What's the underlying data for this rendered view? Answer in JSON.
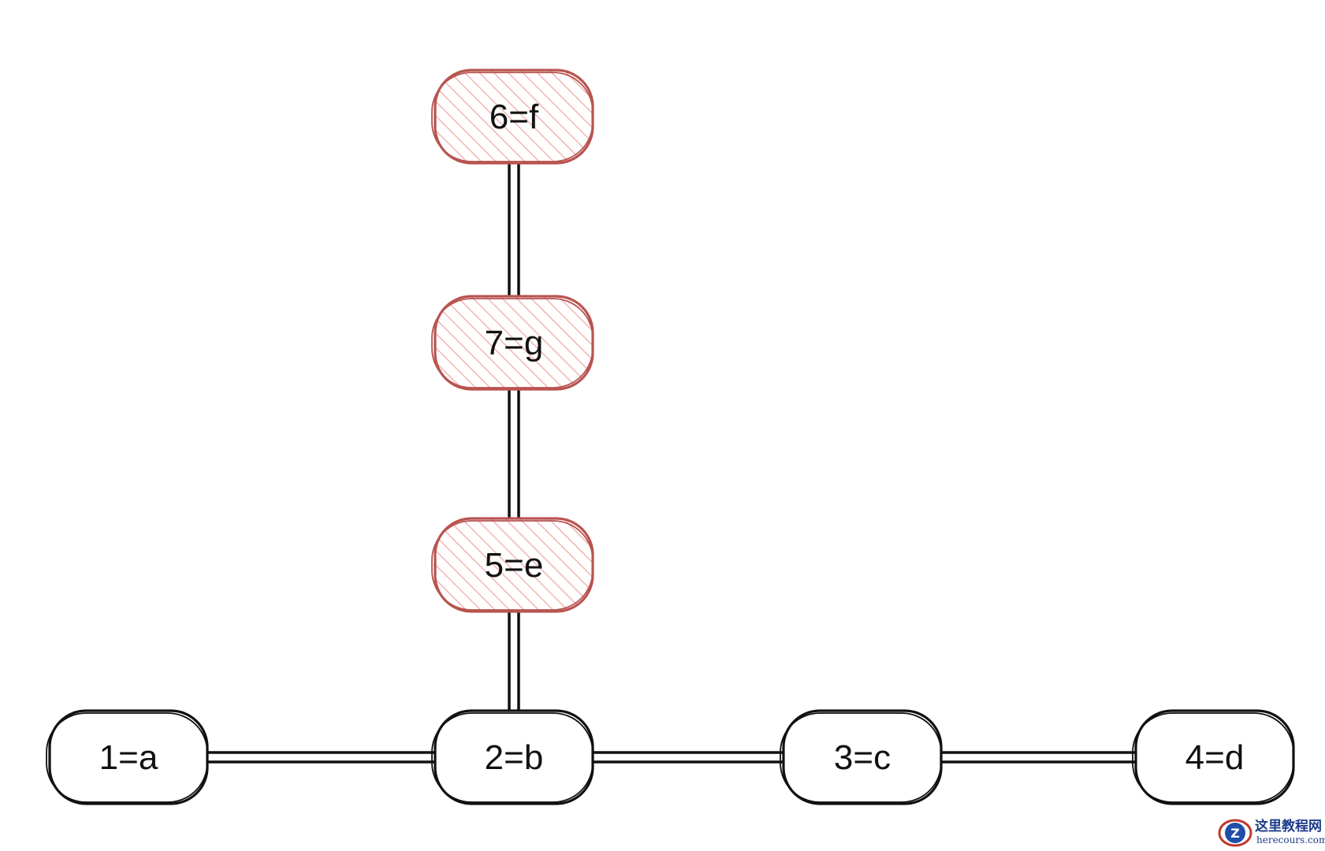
{
  "nodes": [
    {
      "id": "n1",
      "label": "1=a",
      "highlighted": false
    },
    {
      "id": "n2",
      "label": "2=b",
      "highlighted": false
    },
    {
      "id": "n3",
      "label": "3=c",
      "highlighted": false
    },
    {
      "id": "n4",
      "label": "4=d",
      "highlighted": false
    },
    {
      "id": "n5",
      "label": "5=e",
      "highlighted": true
    },
    {
      "id": "n7",
      "label": "7=g",
      "highlighted": true
    },
    {
      "id": "n6",
      "label": "6=f",
      "highlighted": true
    }
  ],
  "edges": [
    {
      "from": "n1",
      "to": "n2"
    },
    {
      "from": "n2",
      "to": "n3"
    },
    {
      "from": "n3",
      "to": "n4"
    },
    {
      "from": "n2",
      "to": "n5"
    },
    {
      "from": "n5",
      "to": "n7"
    },
    {
      "from": "n7",
      "to": "n6"
    }
  ],
  "colors": {
    "normal_stroke": "#111111",
    "highlight_stroke": "#b85450",
    "highlight_fill": "#f8cecc",
    "edge": "#111111"
  },
  "watermark": {
    "logo_letter": "Z",
    "title": "这里教程网",
    "subtitle": "herecours.com"
  }
}
